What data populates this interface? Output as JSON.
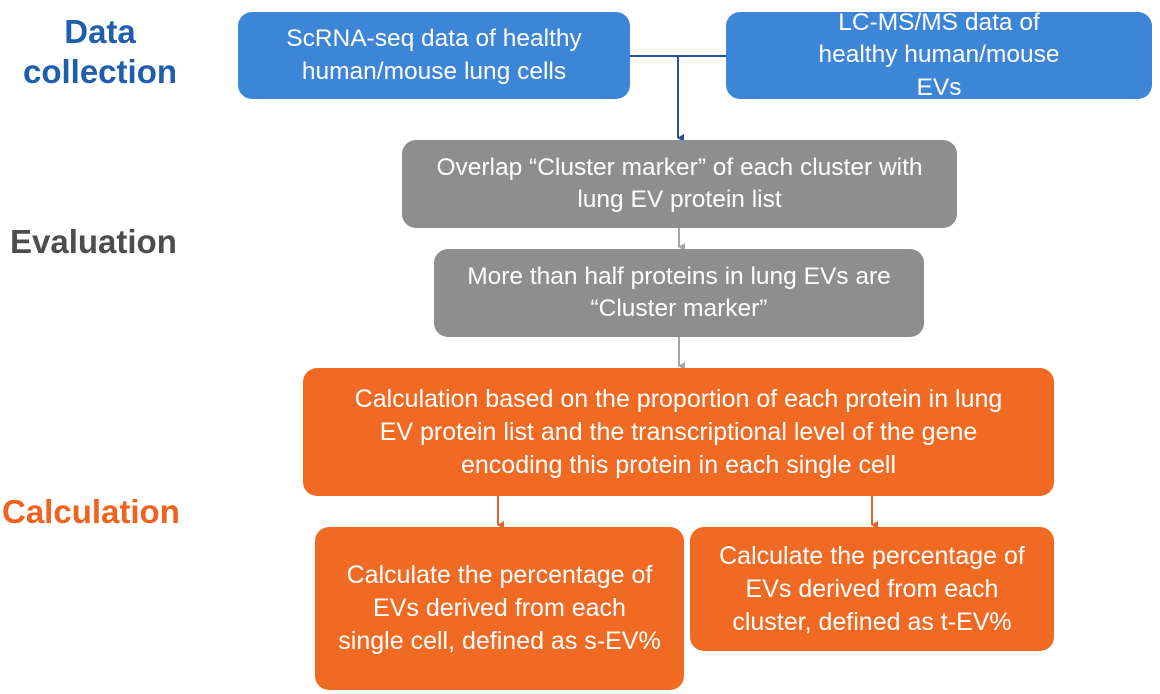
{
  "sections": {
    "data_collection": [
      "Data",
      "collection"
    ],
    "evaluation": "Evaluation",
    "calculation": "Calculation"
  },
  "boxes": {
    "scrna": "ScRNA-seq data of healthy human/mouse lung cells",
    "lcms": "LC-MS/MS data of healthy human/mouse EVs",
    "overlap": "Overlap “Cluster marker” of each cluster with lung EV protein list",
    "half": "More than half proteins in lung EVs are “Cluster marker”",
    "calc": "Calculation based on the proportion of each protein in lung EV protein list and the transcriptional level of the gene encoding this protein in each single cell",
    "sev": "Calculate the percentage of EVs derived from each single cell, defined as s-EV%",
    "tev": "Calculate the percentage of EVs derived from each cluster, defined as t-EV%"
  },
  "colors": {
    "blue_box": "#3D85D6",
    "blue_text": "#1F5DAD",
    "gray_box": "#8E8E8E",
    "gray_text": "#4D4D4D",
    "orange_box": "#F16A24",
    "orange_text": "#F0621E",
    "blue_arrow": "#2A4F9A",
    "gray_arrow": "#A6A6A6",
    "orange_arrow": "#E0672A"
  }
}
